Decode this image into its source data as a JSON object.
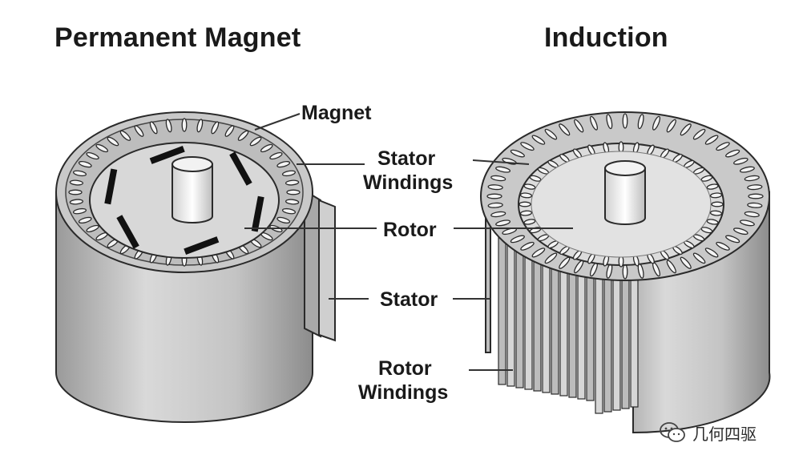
{
  "titles": {
    "left": "Permanent Magnet",
    "right": "Induction"
  },
  "labels": {
    "magnet": "Magnet",
    "stator_windings_1": "Stator",
    "stator_windings_2": "Windings",
    "rotor": "Rotor",
    "stator": "Stator",
    "rotor_windings_1": "Rotor",
    "rotor_windings_2": "Windings"
  },
  "watermark": {
    "text": "几何四驱",
    "icon": "wechat-logo-icon"
  },
  "colors": {
    "metal_light": "#e6e6e6",
    "metal_mid": "#bdbdbd",
    "metal_dark": "#8a8a8a",
    "outline": "#2a2a2a",
    "magnet": "#111111"
  }
}
